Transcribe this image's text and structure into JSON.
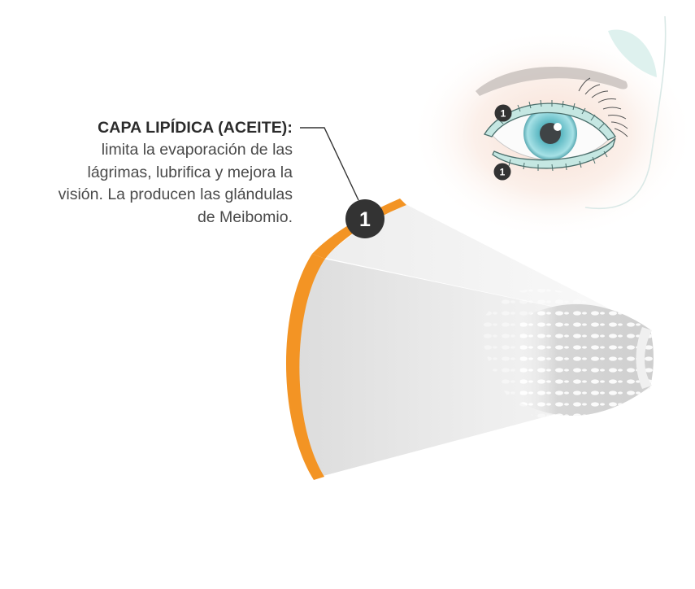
{
  "annotation": {
    "title": "CAPA LIPÍDICA (ACEITE):",
    "body_lines": [
      "limita la evaporación de las",
      "lágrimas, lubrifica y mejora la",
      "visión. La producen las glándulas",
      "de Meibomio."
    ]
  },
  "markers": {
    "main": "1",
    "eye_upper": "1",
    "eye_lower": "1"
  },
  "colors": {
    "lipid_layer": "#f39424",
    "marker_fill": "#333333",
    "iris": "#7fd0d8",
    "eyelid_band": "#bfe3df",
    "text": "#444444"
  }
}
